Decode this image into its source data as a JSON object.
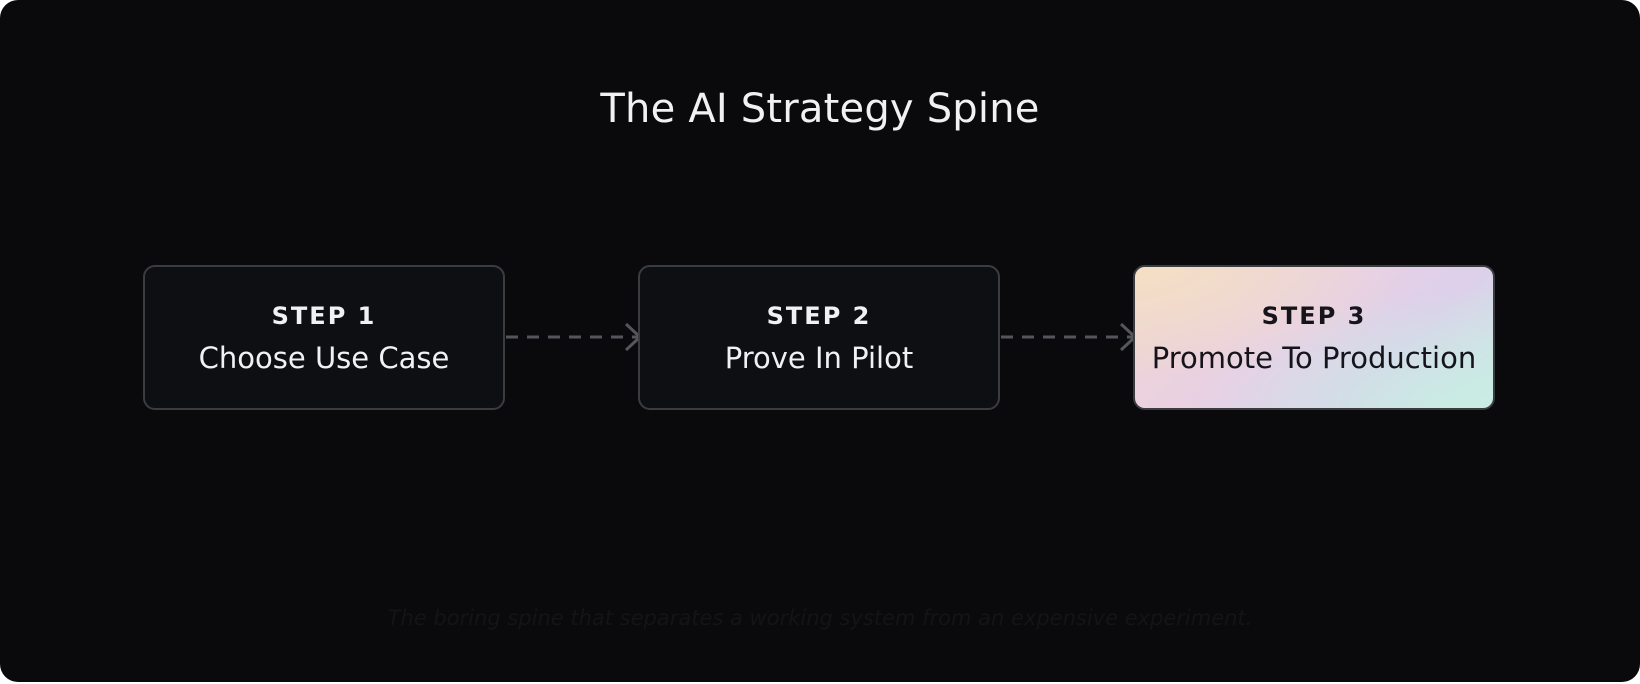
{
  "title": "The AI Strategy Spine",
  "steps": [
    {
      "label": "STEP 1",
      "name": "Choose Use Case"
    },
    {
      "label": "STEP 2",
      "name": "Prove In Pilot"
    },
    {
      "label": "STEP 3",
      "name": "Promote To Production",
      "highlighted": true
    }
  ],
  "caption": "The boring spine that separates a working system from an expensive experiment.",
  "colors": {
    "background": "#0a0a0c",
    "box_border": "#3b3c40",
    "box_fill": "#0e0f12",
    "text": "#f1f1f4",
    "connector": "#55565c",
    "highlight_gradient": [
      "#f4dfc5",
      "#e8cfe6",
      "#cfe8e4"
    ]
  }
}
